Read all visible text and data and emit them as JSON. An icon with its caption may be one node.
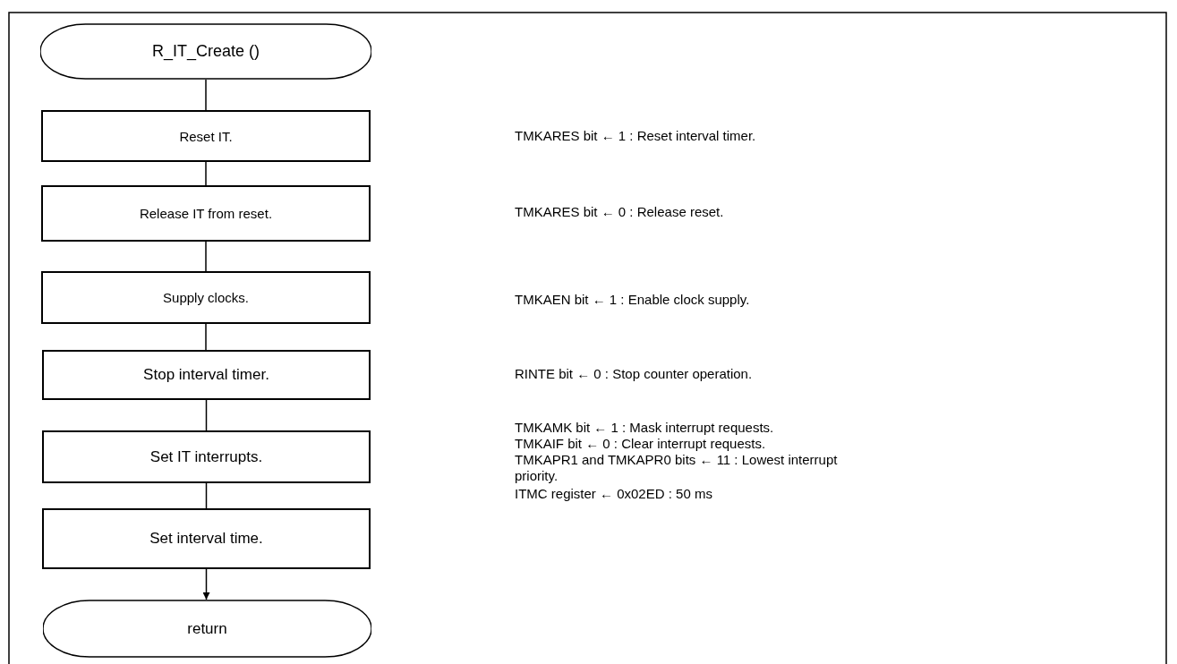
{
  "diagram": {
    "nodes": [
      {
        "text": [
          "R_IT_Create ()"
        ]
      },
      {
        "text": [
          "Reset IT."
        ]
      },
      {
        "text": [
          "Release IT from reset."
        ]
      },
      {
        "text": [
          "Supply clocks."
        ]
      },
      {
        "text": [
          "Stop interval timer."
        ]
      },
      {
        "text": [
          "Set IT interrupts."
        ]
      },
      {
        "text": [
          "Set interval time."
        ]
      },
      {
        "text": [
          "return"
        ]
      }
    ],
    "edges": [
      {
        "from": 0,
        "to": 1,
        "arrow": "none"
      },
      {
        "from": 1,
        "to": 2,
        "arrow": "none"
      },
      {
        "from": 2,
        "to": 3,
        "arrow": "none"
      },
      {
        "from": 3,
        "to": 4,
        "arrow": "none"
      },
      {
        "from": 4,
        "to": 5,
        "arrow": "none"
      },
      {
        "from": 5,
        "to": 6,
        "arrow": "none"
      },
      {
        "from": 6,
        "to": 7,
        "arrow": "to"
      }
    ],
    "labels": [
      "TMKARES bit ← 1 : Reset interval timer.",
      "TMKARES bit ← 0 : Release reset.",
      "TMKAEN bit ← 1 : Enable clock supply.",
      "RINTE bit ← 0 : Stop counter operation.",
      "TMKAMK bit ← 1 : Mask interrupt requests.",
      "TMKAIF bit ← 0 : Clear interrupt requests.",
      "TMKAPR1 and TMKAPR0 bits ← 11 : Lowest interrupt priority.",
      "ITMC register ← 0x02ED : 50 ms"
    ]
  }
}
